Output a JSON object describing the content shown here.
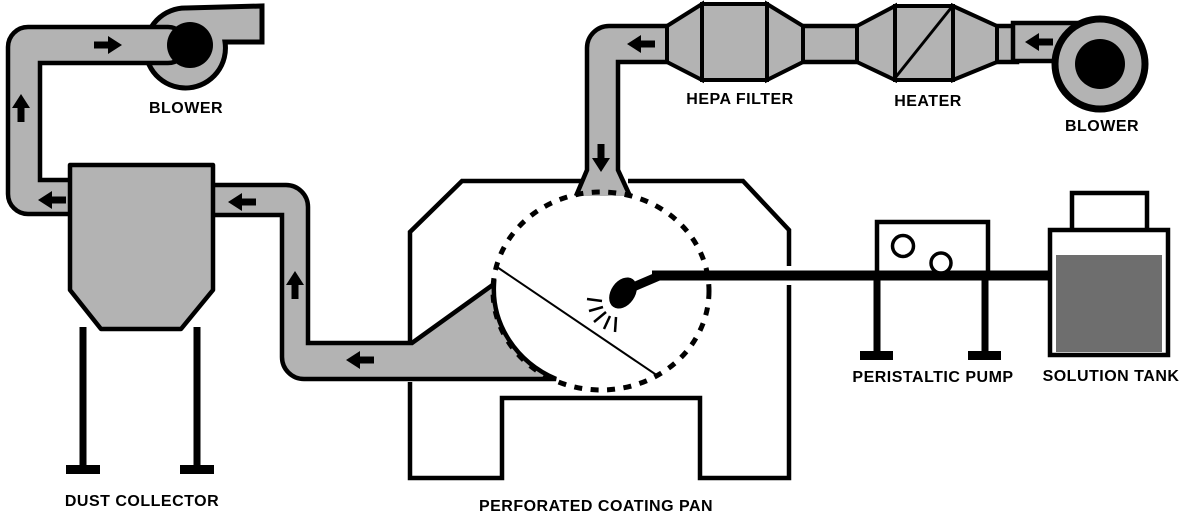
{
  "diagram": {
    "type": "process-flow-schematic",
    "subject": "perforated pan coating system",
    "labels": {
      "blower_left": "BLOWER",
      "dust_collector": "DUST COLLECTOR",
      "hepa_filter": "HEPA FILTER",
      "heater": "HEATER",
      "blower_right": "BLOWER",
      "coating_pan": "PERFORATED COATING PAN",
      "peristaltic_pump": "PERISTALTIC PUMP",
      "solution_tank": "SOLUTION TANK"
    },
    "colors": {
      "duct_gray": "#b3b3b3",
      "liquid_gray": "#6e6e6e",
      "line_black": "#000000",
      "background": "#ffffff"
    },
    "flow_arrows": [
      "right",
      "up",
      "left",
      "left",
      "up",
      "left",
      "left",
      "down",
      "left"
    ]
  }
}
